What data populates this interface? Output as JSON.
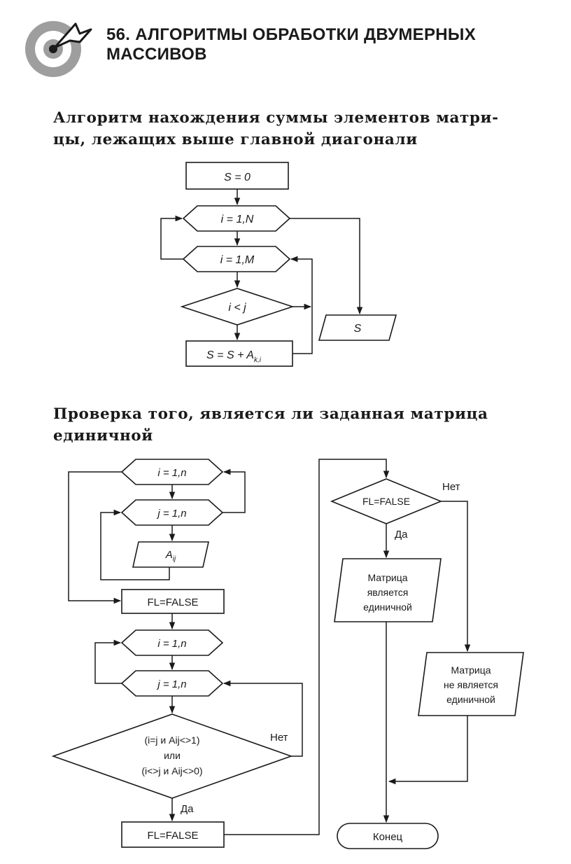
{
  "chapter": {
    "title_line1": "56. АЛГОРИТМЫ ОБРАБОТКИ ДВУМЕРНЫХ",
    "title_line2": "МАССИВОВ"
  },
  "section1": {
    "heading_line1": "Алгоритм нахождения суммы элементов матри-",
    "heading_line2": "цы, лежащих выше главной диагонали",
    "blocks": {
      "init": "S = 0",
      "loop_i": "i = 1,N",
      "loop_j": "i = 1,M",
      "condition": "i < j",
      "accumulate_main": "S = S + A",
      "accumulate_sub": "k,i",
      "output": "S"
    }
  },
  "section2": {
    "heading_line1": "Проверка того, является ли заданная матрица",
    "heading_line2": "единичной",
    "blocks": {
      "loop_i_input": "i = 1,n",
      "loop_j_input": "j = 1,n",
      "input_main": "A",
      "input_sub": "ij",
      "flag_true": "FL=FALSE",
      "loop_i_check": "i = 1,n",
      "loop_j_check": "j = 1,n",
      "condition_line1": "(i=j и Aij<>1)",
      "condition_line2": "или",
      "condition_line3": "(i<>j и Aij<>0)",
      "branch_yes": "Да",
      "branch_no": "Нет",
      "flag_false": "FL=FALSE",
      "final_check": "FL=FALSE",
      "final_yes": "Да",
      "final_no": "Нет",
      "result_yes_1": "Матрица",
      "result_yes_2": "является",
      "result_yes_3": "единичной",
      "result_no_1": "Матрица",
      "result_no_2": "не является",
      "result_no_3": "единичной",
      "end": "Конец"
    }
  }
}
